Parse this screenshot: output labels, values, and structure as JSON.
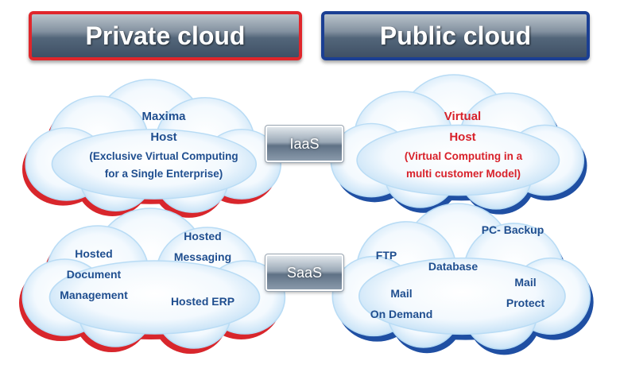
{
  "headers": {
    "private": "Private cloud",
    "public": "Public cloud"
  },
  "clouds": {
    "private_top": {
      "line1": "Maxima",
      "line2": "Host",
      "line3": "(Exclusive Virtual Computing",
      "line4": "for a Single Enterprise)"
    },
    "public_top": {
      "line1": "Virtual",
      "line2": "Host",
      "line3": "(Virtual Computing in a",
      "line4": "multi customer Model)"
    },
    "private_bottom": {
      "hosted_document_management": [
        "Hosted",
        "Document",
        "Management"
      ],
      "hosted_messaging": [
        "Hosted",
        "Messaging"
      ],
      "hosted_erp": "Hosted ERP"
    },
    "public_bottom": {
      "pc_backup": "PC- Backup",
      "ftp": "FTP",
      "database": "Database",
      "mail_on_demand": [
        "Mail",
        "On Demand"
      ],
      "mail_protect": [
        "Mail",
        "Protect"
      ]
    }
  },
  "badges": {
    "iaas": "IaaS",
    "saas": "SaaS"
  },
  "colors": {
    "private_accent": "#e0262b",
    "public_accent": "#1b3f93",
    "cloud_text": "#1f4e8f",
    "public_host_text": "#d8212a"
  }
}
